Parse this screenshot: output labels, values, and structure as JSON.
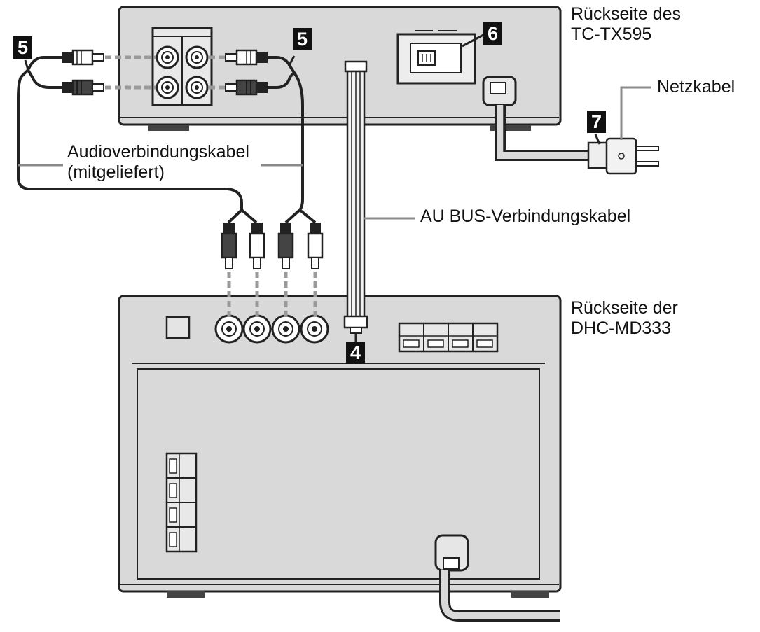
{
  "labels": {
    "top_unit_line1": "Rückseite des",
    "top_unit_line2": "TC-TX595",
    "mains_cable": "Netzkabel",
    "audio_cable_line1": "Audioverbindungskabel",
    "audio_cable_line2": "(mitgeliefert)",
    "bus_cable": "AU BUS-Verbindungskabel",
    "bottom_unit_line1": "Rückseite der",
    "bottom_unit_line2": "DHC-MD333"
  },
  "steps": {
    "audio_left": "5",
    "audio_right": "5",
    "switch": "6",
    "plug": "7",
    "bus": "4"
  },
  "colors": {
    "unit_fill": "#d9d9d9",
    "line": "#222222",
    "leader": "#8a8a8a"
  }
}
